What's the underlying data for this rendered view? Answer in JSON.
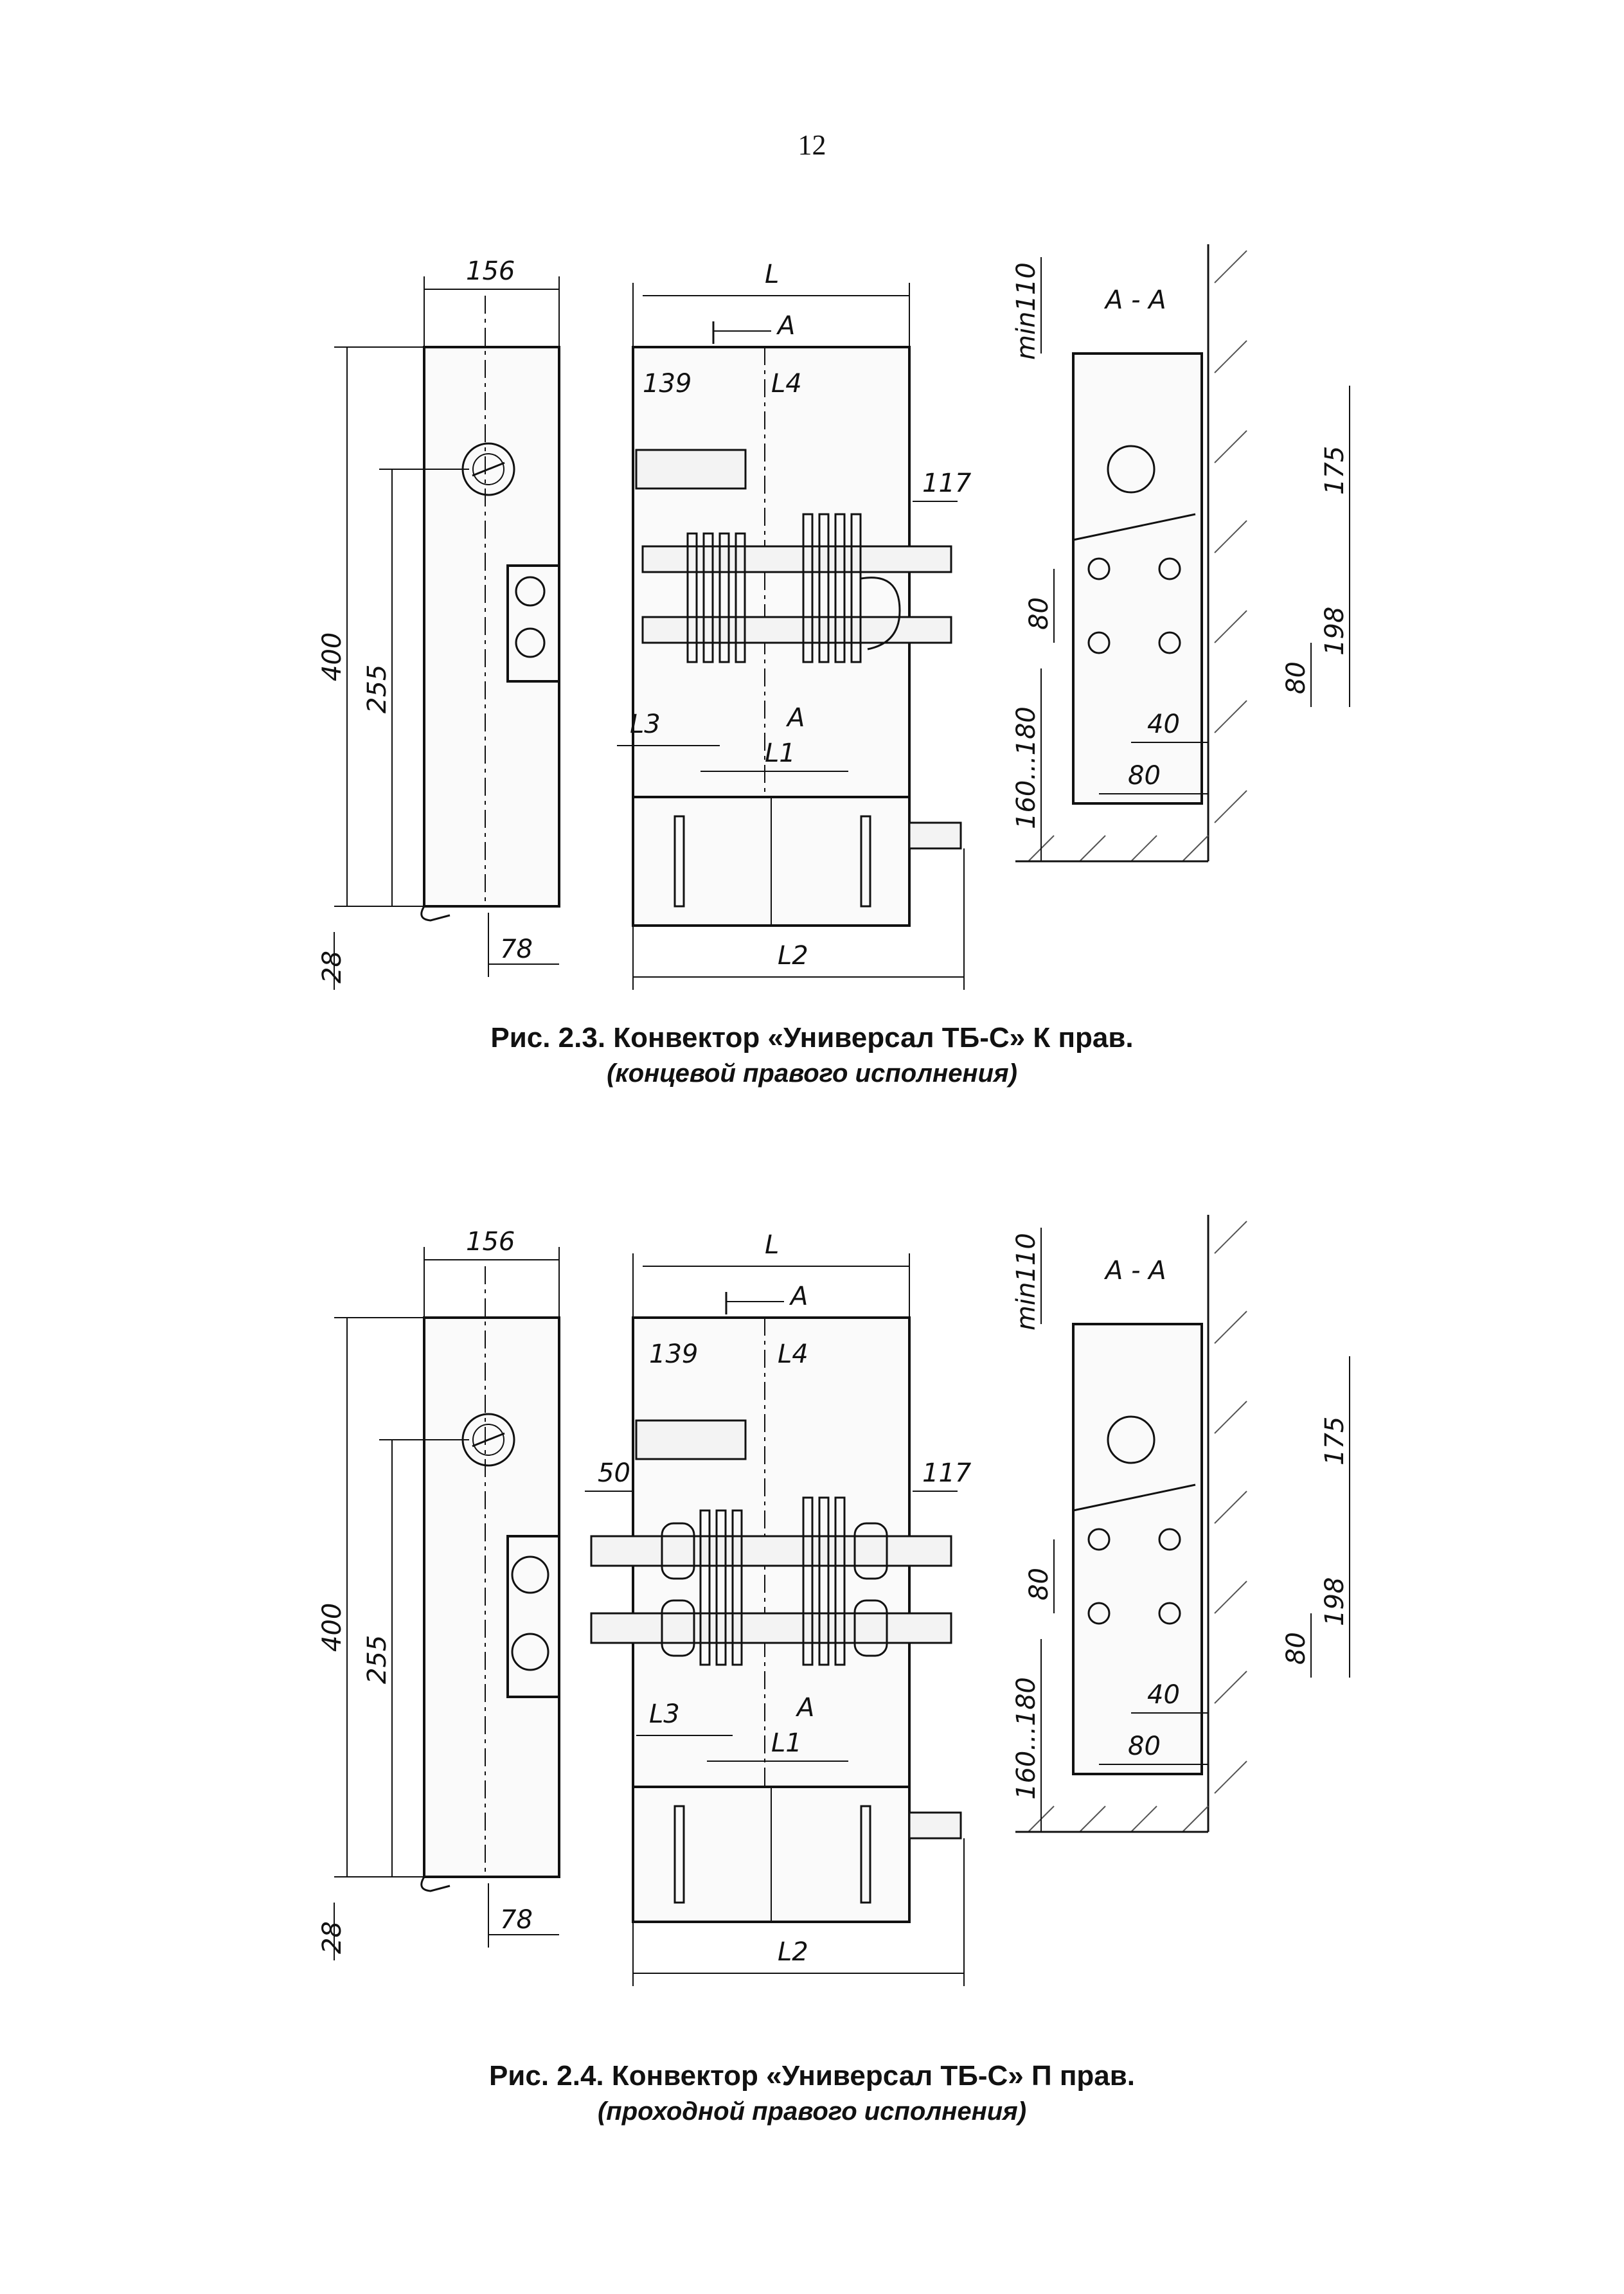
{
  "page_number": "12",
  "figures": [
    {
      "caption": "Рис. 2.3. Конвектор «Универсал ТБ-С» К прав.",
      "subcaption": "(концевой правого исполнения)",
      "side_view": {
        "width": "156",
        "height": "400",
        "axis_height": "255",
        "bottom_offset": "28",
        "pipe_offset": "78"
      },
      "front_view": {
        "length": "L",
        "section_mark": "A",
        "offset_139": "139",
        "l4": "L4",
        "l3": "L3",
        "l1": "L1",
        "pipe_117": "117"
      },
      "top_view": {
        "l2": "L2"
      },
      "section_view": {
        "title": "А - А",
        "min_gap": "min110",
        "d175": "175",
        "d198": "198",
        "d80a": "80",
        "d80b": "80",
        "d40": "40",
        "d80c": "80",
        "floor_gap": "160...180"
      }
    },
    {
      "caption": "Рис. 2.4. Конвектор «Универсал ТБ-С» П прав.",
      "subcaption": "(проходной правого исполнения)",
      "side_view": {
        "width": "156",
        "height": "400",
        "axis_height": "255",
        "bottom_offset": "28",
        "pipe_offset": "78"
      },
      "front_view": {
        "length": "L",
        "section_mark": "A",
        "offset_139": "139",
        "l4": "L4",
        "l3": "L3",
        "l1": "L1",
        "pipe_50": "50",
        "pipe_117": "117"
      },
      "top_view": {
        "l2": "L2"
      },
      "section_view": {
        "title": "А - А",
        "min_gap": "min110",
        "d175": "175",
        "d198": "198",
        "d80a": "80",
        "d80b": "80",
        "d40": "40",
        "d80c": "80",
        "floor_gap": "160...180"
      }
    }
  ]
}
